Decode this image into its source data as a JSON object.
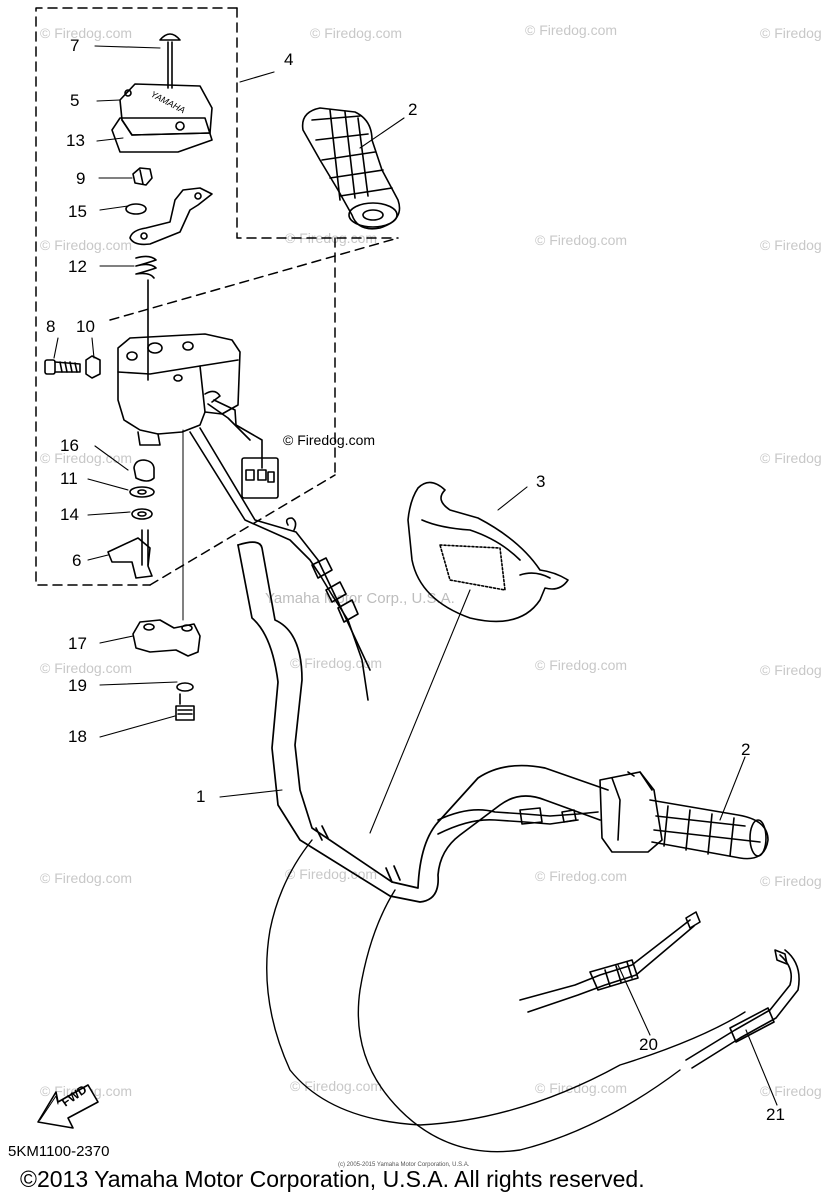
{
  "diagram": {
    "code": "5KM1100-2370",
    "copyright": "©2013 Yamaha Motor Corporation, U.S.A. All rights reserved.",
    "tiny_copyright": "(c) 2005-2015 Yamaha Motor Corporation, U.S.A.",
    "fwd_label": "FWD",
    "cover_logo": "YAMAHA"
  },
  "watermarks": {
    "site": "© Firedog.com",
    "overlay": "Yamaha Motor Corp., U.S.A."
  },
  "callouts": {
    "n1": "1",
    "n2a": "2",
    "n2b": "2",
    "n3": "3",
    "n4": "4",
    "n5": "5",
    "n6": "6",
    "n7": "7",
    "n8": "8",
    "n9": "9",
    "n10": "10",
    "n11": "11",
    "n12": "12",
    "n13": "13",
    "n14": "14",
    "n15": "15",
    "n16": "16",
    "n17": "17",
    "n18": "18",
    "n19": "19",
    "n20": "20",
    "n21": "21"
  }
}
